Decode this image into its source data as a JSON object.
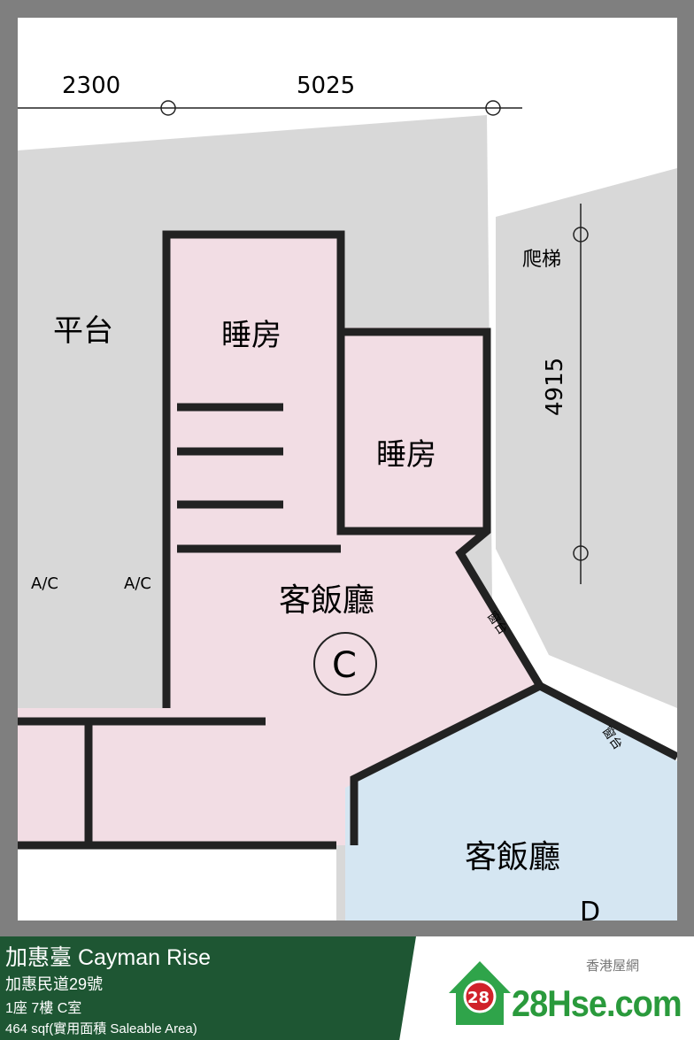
{
  "plan": {
    "dimensions": [
      "2300",
      "5025",
      "4915"
    ],
    "labels": {
      "terrace": "平台",
      "bedroom1": "睡房",
      "bedroom2": "睡房",
      "living_dining": "客飯廳",
      "living_dining_next": "客飯廳",
      "unit": "C",
      "unit_next": "D",
      "ac": "A/C",
      "bay_window": "窗台",
      "ladder": "爬梯"
    },
    "watermark": "28Hse.com",
    "colors": {
      "room": "#f2dde4",
      "common": "#d8d8d8",
      "next_unit": "#d5e6f2",
      "wall": "#222222"
    }
  },
  "footer": {
    "title": "加惠臺 Cayman Rise",
    "address": "加惠民道29號",
    "unit": "1座 7樓 C室",
    "area": "464 sqf(實用面積 Saleable Area)",
    "logo_tagline": "香港屋網",
    "logo_text": "28Hse.com",
    "logo_badge": "28",
    "brand_color": "#1e5633"
  }
}
